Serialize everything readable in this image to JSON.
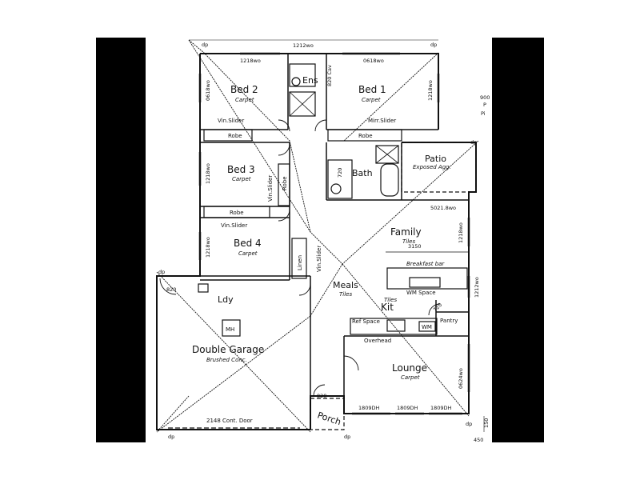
{
  "rooms": {
    "bed1": {
      "name": "Bed 1",
      "floor": "Carpet"
    },
    "bed2": {
      "name": "Bed 2",
      "floor": "Carpet"
    },
    "bed3": {
      "name": "Bed 3",
      "floor": "Carpet"
    },
    "bed4": {
      "name": "Bed 4",
      "floor": "Carpet"
    },
    "ens": {
      "name": "Ens"
    },
    "bath": {
      "name": "Bath"
    },
    "patio": {
      "name": "Patio",
      "floor": "Exposed Agg."
    },
    "family": {
      "name": "Family",
      "floor": "Tiles"
    },
    "meals": {
      "name": "Meals",
      "floor": "Tiles"
    },
    "kit": {
      "name": "Kit",
      "floor": "Tiles"
    },
    "ldy": {
      "name": "Ldy"
    },
    "garage": {
      "name": "Double Garage",
      "floor": "Brushed Conc."
    },
    "lounge": {
      "name": "Lounge",
      "floor": "Carpet"
    },
    "porch": {
      "name": "Porch"
    },
    "pantry": {
      "name": "Pantry"
    }
  },
  "fixtures": {
    "robe_bed1": "Robe",
    "robe_bed2": "Robe",
    "robe_bed3": "Robe",
    "robe_bed4": "Robe",
    "linen": "Linen",
    "mh": "MH",
    "wm_space": "WM Space",
    "wm": "WM",
    "fridge_space": "Ref Space",
    "overhead": "Overhead",
    "breakfast_bar": "Breakfast bar"
  },
  "labels": {
    "vin_slider_bed2": "Vin.Slider",
    "mirr_slider": "Mirr.Slider",
    "vin_slider_bed3": "Vin.Slider",
    "vin_slider_bed4": "Vin.Slider",
    "vin_slider_hall": "Vin.Slider",
    "cont_door": "2148 Cont. Door",
    "window_top": "1212wo",
    "window_bed2": "1218wo",
    "window_bed1": "0618wo",
    "window_bed2_side": "0618wo",
    "window_bed1_side": "1218wo",
    "window_bed3": "1218wo",
    "window_bed4": "1218wo",
    "window_family": "5021.8wo",
    "window_family_side": "1218wo",
    "window_kit_side": "1212wo",
    "window_lounge": "0624wo",
    "window_lounge_1": "1809DH",
    "window_lounge_2": "1809DH",
    "window_lounge_3": "1809DH",
    "dim_3150": "3150",
    "dim_450": "450",
    "dim_150": "150",
    "dim_900": "900",
    "dim_720": "720",
    "dim_820": "820",
    "dp": "dp",
    "cav": "820 Cav",
    "edge_p": "P",
    "edge_pi": "Pi",
    "edge_90": "90"
  },
  "colors": {
    "ink": "#111111",
    "band": "#000000",
    "paper": "#ffffff"
  }
}
